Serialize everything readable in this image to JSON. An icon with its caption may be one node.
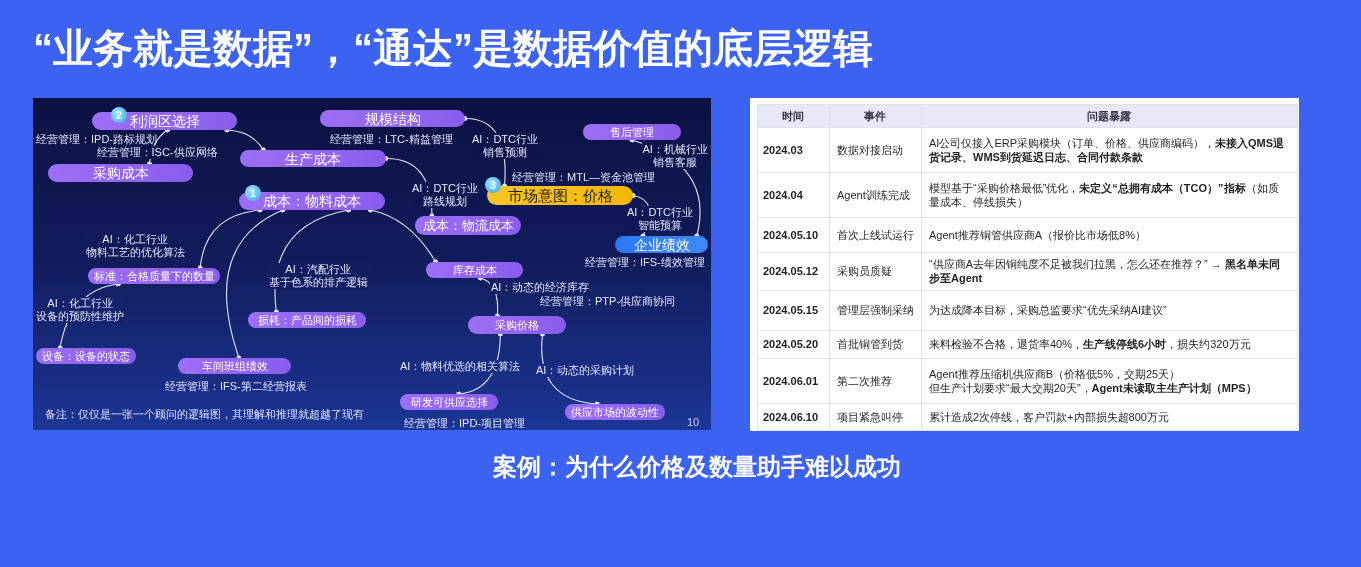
{
  "diagram": {
    "title": "“业务就是数据”，“通达”是数据价值的底层逻辑",
    "caption": "案例：为什么价格及数量助手难以成功",
    "nodes": [
      {
        "text": [
          "2"
        ]
      },
      {
        "text": [
          "利润区选择"
        ],
        "beside": [
          "经营管理：IPD-路标规划"
        ]
      },
      {
        "text": [
          "规模结构"
        ],
        "beside": [
          "经营管理：LTC-精益管理"
        ]
      },
      {
        "text": [
          "售后管理"
        ]
      },
      {
        "text": [
          "生产成本"
        ]
      },
      {
        "text": [
          "采购成本"
        ]
      },
      {
        "text": [
          "3"
        ]
      },
      {
        "text": [
          "市场意图：价格"
        ],
        "beside": [
          "经营管理：MTL—资金池管理"
        ]
      },
      {
        "text": [
          "1"
        ]
      },
      {
        "text": [
          "成本：物料成本"
        ]
      },
      {
        "text": [
          "成本：物流成本"
        ]
      },
      {
        "text": [
          "企业绩效"
        ],
        "beside": [
          "经营管理：IFS-绩效管理"
        ]
      },
      {
        "text": [
          "库存成本"
        ]
      },
      {
        "text": [
          "标准：合格质量下的数量"
        ]
      },
      {
        "text": [
          "损耗：产品间的损耗"
        ]
      },
      {
        "text": [
          "采购价格"
        ],
        "beside": [
          "经营管理：PTP-供应商协同"
        ]
      },
      {
        "text": [
          "设备：设备的状态"
        ]
      },
      {
        "text": [
          "车间班组绩效"
        ],
        "beside": [
          "经营管理：IFS-第二经营报表"
        ]
      },
      {
        "text": [
          "研发可供应选择"
        ],
        "beside": [
          "经营管理：IPD-项目管理"
        ]
      },
      {
        "text": [
          "供应市场的波动性"
        ]
      }
    ],
    "edges": [
      {
        "from": 1,
        "to": 4,
        "arrow": "other"
      },
      {
        "from": 1,
        "to": 5,
        "arrow": "other",
        "label": "经营管理：ISC-供应网络"
      },
      {
        "from": 2,
        "to": 7,
        "arrow": "other",
        "label": "AI：DTC行业销售预测"
      },
      {
        "from": 4,
        "to": 10,
        "arrow": "other",
        "label": "AI：DTC行业路线规划"
      },
      {
        "from": 3,
        "to": 11,
        "arrow": "other",
        "label": "AI：机械行业销售客服"
      },
      {
        "from": 7,
        "to": 11,
        "arrow": "other",
        "label": "AI：DTC行业智能预算"
      },
      {
        "from": 9,
        "to": 12,
        "arrow": "other"
      },
      {
        "from": 9,
        "to": 13,
        "arrow": "other",
        "label": "AI：化工行业物料工艺的优化算法"
      },
      {
        "from": 9,
        "to": 17,
        "arrow": "other"
      },
      {
        "from": 9,
        "to": 14,
        "arrow": "other",
        "label": "AI：汽配行业基于色系的排产逻辑"
      },
      {
        "from": 13,
        "to": 16,
        "arrow": "other",
        "label": "AI：化工行业设备的预防性维护"
      },
      {
        "from": 12,
        "to": 15,
        "arrow": "other",
        "label": "AI：动态的经济库存"
      },
      {
        "from": 15,
        "to": 18,
        "arrow": "other",
        "label": "AI：物料优选的相关算法"
      },
      {
        "from": 15,
        "to": 19,
        "arrow": "other",
        "label": "AI：动态的采购计划"
      }
    ],
    "labels": [
      "备注：仅仅是一张一个顾问的逻辑图，其理解和推理就超越了现有",
      "10",
      "时间",
      "事件",
      "问题暴露",
      "2024.03",
      "数据对接启动",
      "AI公司仅接入ERP采购模块（订单、价格、供应商编码），**未接入QMS退货记录、WMS到货延迟日志、合同付款条款**",
      "2024.04",
      "Agent训练完成",
      "模型基于“采购价格最低”优化，**未定义“总拥有成本（TCO）”指标**（如质量成本、停线损失）",
      "2024.05.10",
      "首次上线试运行",
      "Agent推荐铜管供应商A（报价比市场低8%）",
      "2024.05.12",
      "采购员质疑",
      "“供应商A去年因铜纯度不足被我们拉黑，怎么还在推荐？” → **黑名单未同步至Agent**",
      "2024.05.15",
      "管理层强制采纳",
      "为达成降本目标，采购总监要求“优先采纳AI建议”",
      "2024.05.20",
      "首批铜管到货",
      "来料检验不合格，退货率40%，**生产线停线6小时**，损失约320万元",
      "2024.06.01",
      "第二次推荐",
      "Agent推荐压缩机供应商B（价格低5%，交期25天）",
      "但生产计划要求“最大交期20天”，**Agent未读取主生产计划（MPS）**",
      "2024.06.10",
      "项目紧急叫停",
      "累计造成2次停线，客户罚款+内部损失超800万元"
    ]
  }
}
